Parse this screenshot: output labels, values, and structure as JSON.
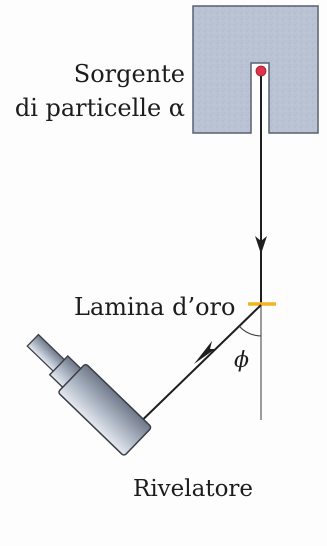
{
  "diagram": {
    "source_label_line1": "Sorgente",
    "source_label_line2": "di particelle α",
    "foil_label": "Lamina d’oro",
    "angle_symbol": "ϕ",
    "detector_label": "Rivelatore"
  },
  "colors": {
    "source_block": "#b9c3d3",
    "source_block_edge": "#5a6170",
    "emitter_dot": "#e0334a",
    "beam": "#1e1e1e",
    "gold_foil": "#f2b321",
    "reference_line": "#5a5a5a",
    "detector_body": "#a9b2c1",
    "detector_edge": "#3a3e47"
  },
  "icons": {
    "beam_arrow_down": "arrow-down-icon",
    "scattered_arrow": "arrow-down-left-icon"
  }
}
